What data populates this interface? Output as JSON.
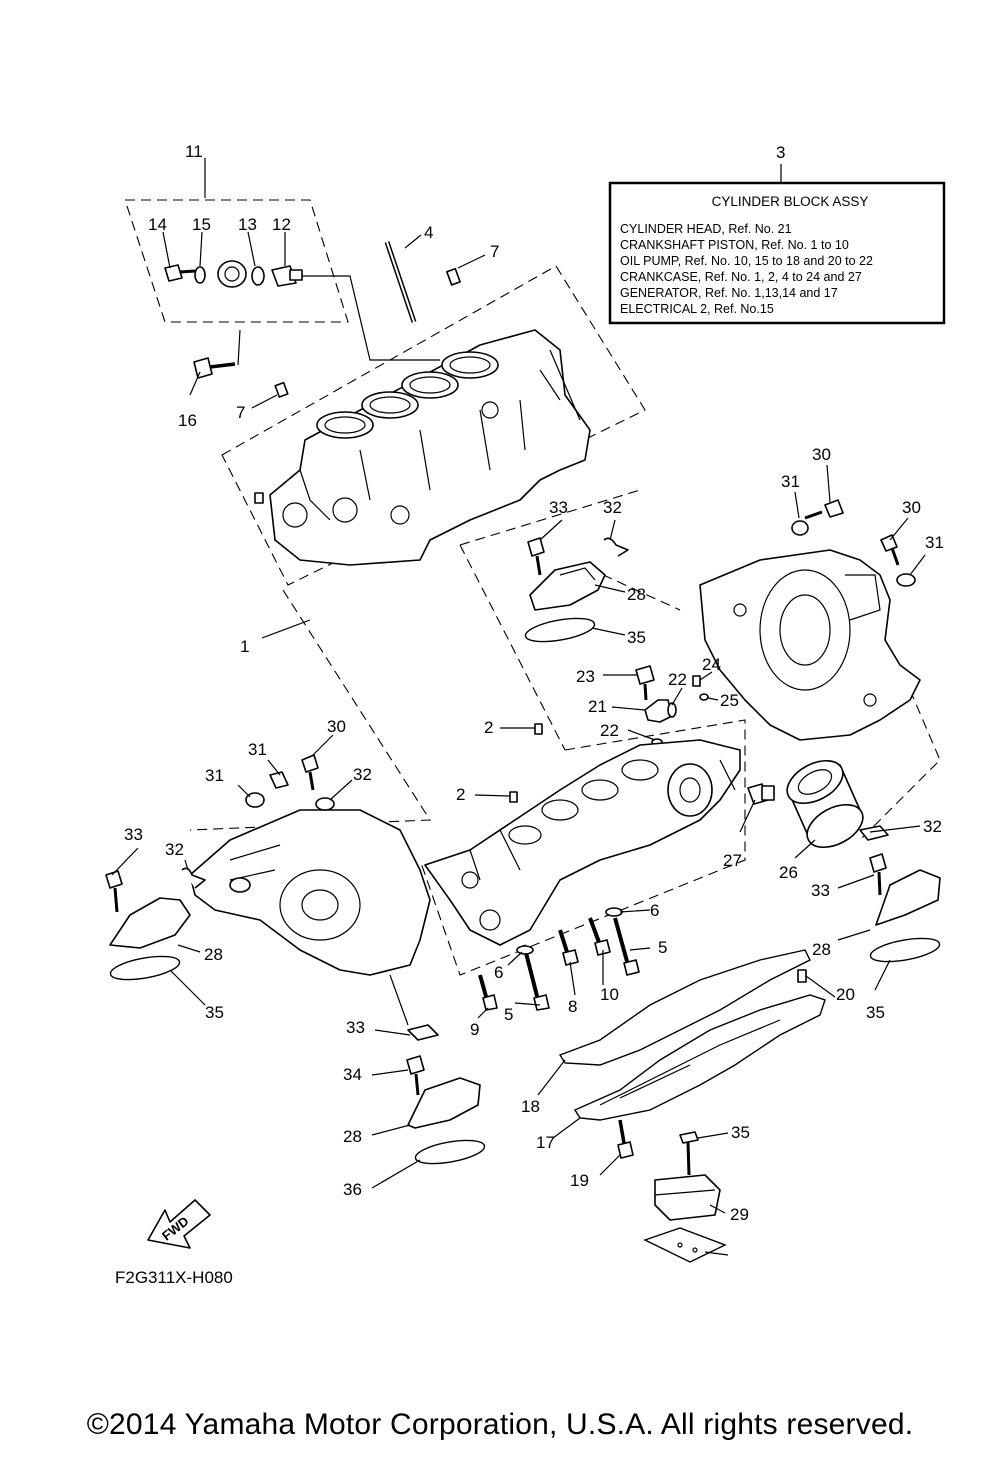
{
  "callouts": [
    "1",
    "2",
    "2",
    "3",
    "4",
    "5",
    "5",
    "6",
    "6",
    "7",
    "7",
    "8",
    "9",
    "10",
    "11",
    "12",
    "13",
    "14",
    "15",
    "16",
    "17",
    "18",
    "19",
    "20",
    "21",
    "22",
    "22",
    "23",
    "24",
    "25",
    "26",
    "27",
    "28",
    "28",
    "28",
    "28",
    "29",
    "30",
    "30",
    "30",
    "31",
    "31",
    "31",
    "31",
    "32",
    "32",
    "32",
    "32",
    "33",
    "33",
    "33",
    "33",
    "34",
    "35",
    "35",
    "35",
    "35",
    "36"
  ],
  "assy_box": {
    "title": "CYLINDER BLOCK ASSY",
    "lines": [
      "CYLINDER HEAD, Ref. No. 21",
      "CRANKSHAFT PISTON, Ref. No. 1 to 10",
      "OIL PUMP,  Ref. No. 10, 15 to 18  and 20 to 22",
      "CRANKCASE, Ref. No. 1, 2, 4 to 24 and 27",
      "GENERATOR, Ref. No. 1,13,14 and 17",
      "ELECTRICAL 2, Ref. No.15"
    ]
  },
  "fwd_label": "FWD",
  "figure_code": "F2G311X-H080",
  "copyright": "©2014 Yamaha Motor Corporation, U.S.A. All rights reserved."
}
